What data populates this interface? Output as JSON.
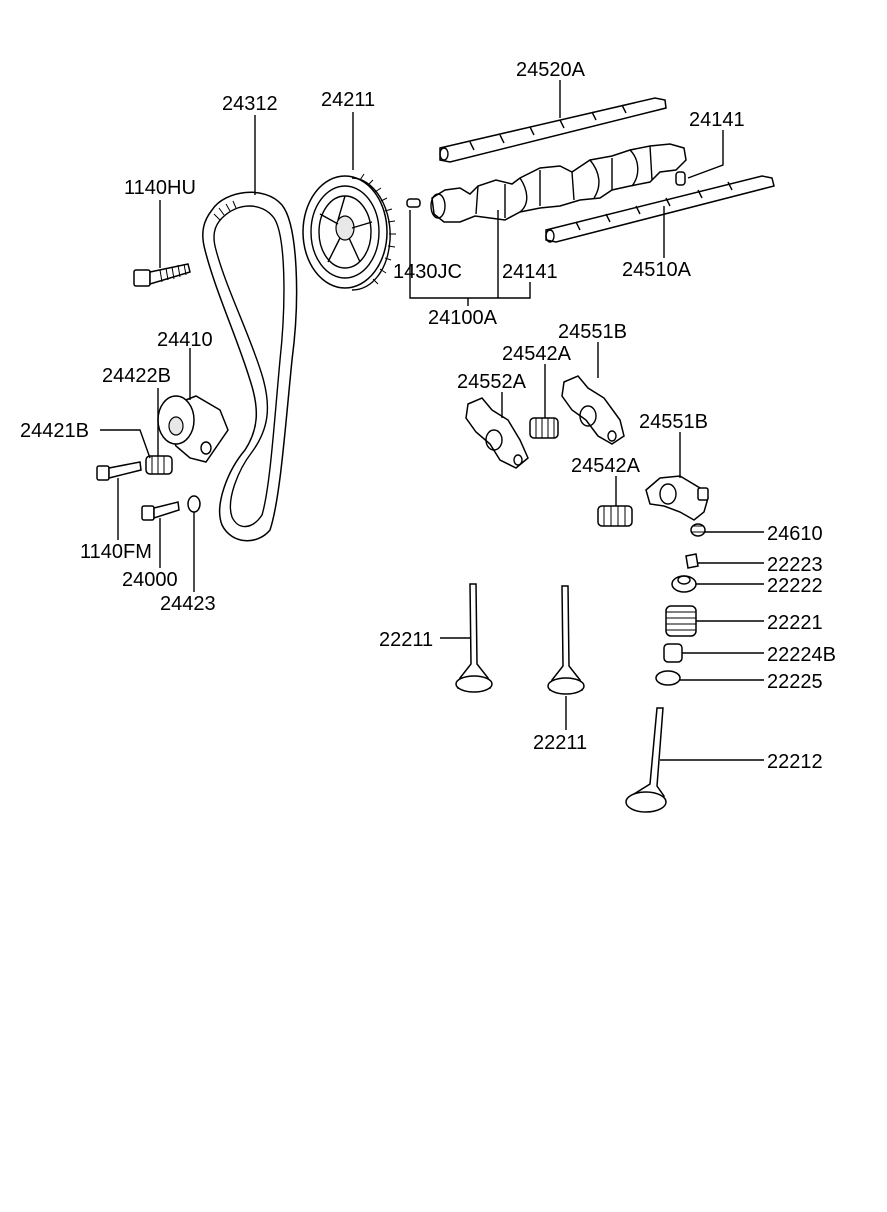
{
  "labels": {
    "l24520A": "24520A",
    "l24141a": "24141",
    "l24312": "24312",
    "l24211": "24211",
    "l1140HU": "1140HU",
    "l1430JC": "1430JC",
    "l24141b": "24141",
    "l24510A": "24510A",
    "l24100A": "24100A",
    "l24551Ba": "24551B",
    "l24410": "24410",
    "l24542Aa": "24542A",
    "l24422B": "24422B",
    "l24552A": "24552A",
    "l24421B": "24421B",
    "l24551Bb": "24551B",
    "l24542Ab": "24542A",
    "l24610": "24610",
    "l1140FM": "1140FM",
    "l22223": "22223",
    "l24000": "24000",
    "l22222": "22222",
    "l24423": "24423",
    "l22221": "22221",
    "l22211a": "22211",
    "l22224B": "22224B",
    "l22225": "22225",
    "l22211b": "22211",
    "l22212": "22212"
  }
}
